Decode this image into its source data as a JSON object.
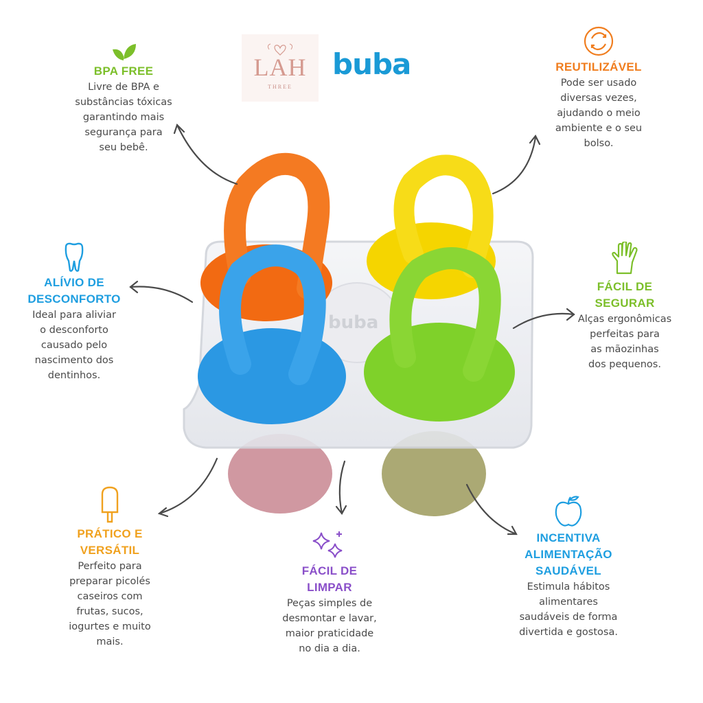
{
  "brand": {
    "lah_logo_text": "LAH",
    "lah_logo_sub": "THREE",
    "buba_logo_text": "buba",
    "tray_mark": "buba"
  },
  "features": {
    "bpa_free": {
      "title": "BPA FREE",
      "desc": "Livre de BPA e\nsubstâncias tóxicas\ngarantindo mais\nsegurança para\nseu bebê.",
      "color": "#7cbf2a",
      "icon": "leaf-icon"
    },
    "reutilizavel": {
      "title": "REUTILIZÁVEL",
      "desc": "Pode ser usado\ndiversas vezes,\najudando o meio\nambiente e o seu\nbolso.",
      "color": "#f07d1e",
      "icon": "recycle-icon"
    },
    "alivio": {
      "title": "ALÍVIO DE\nDESCONFORTO",
      "desc": "Ideal para aliviar\no desconforto\ncausado pelo\nnascimento dos\ndentinhos.",
      "color": "#1e9ee0",
      "icon": "tooth-icon"
    },
    "facil_segurar": {
      "title": "FÁCIL DE\nSEGURAR",
      "desc": "Alças ergonômicas\nperfeitas para\nas mãozinhas\ndos pequenos.",
      "color": "#7cbf2a",
      "icon": "hand-icon"
    },
    "pratico": {
      "title": "PRÁTICO E\nVERSÁTIL",
      "desc": "Perfeito para\npreparar picolés\ncaseiros com\nfrutas, sucos,\niogurtes e muito\nmais.",
      "color": "#f0a11e",
      "icon": "popsicle-icon"
    },
    "facil_limpar": {
      "title": "FÁCIL DE\nLIMPAR",
      "desc": "Peças simples de\ndesmontar e lavar,\nmaior praticidade\nno dia a dia.",
      "color": "#8a4fc9",
      "icon": "sparkle-icon"
    },
    "incentiva": {
      "title": "INCENTIVA\nALIMENTAÇÃO\nSAUDÁVEL",
      "desc": "Estimula hábitos\nalimentares\nsaudáveis de forma\ndivertida e gostosa.",
      "color": "#1e9ee0",
      "icon": "apple-icon"
    }
  }
}
